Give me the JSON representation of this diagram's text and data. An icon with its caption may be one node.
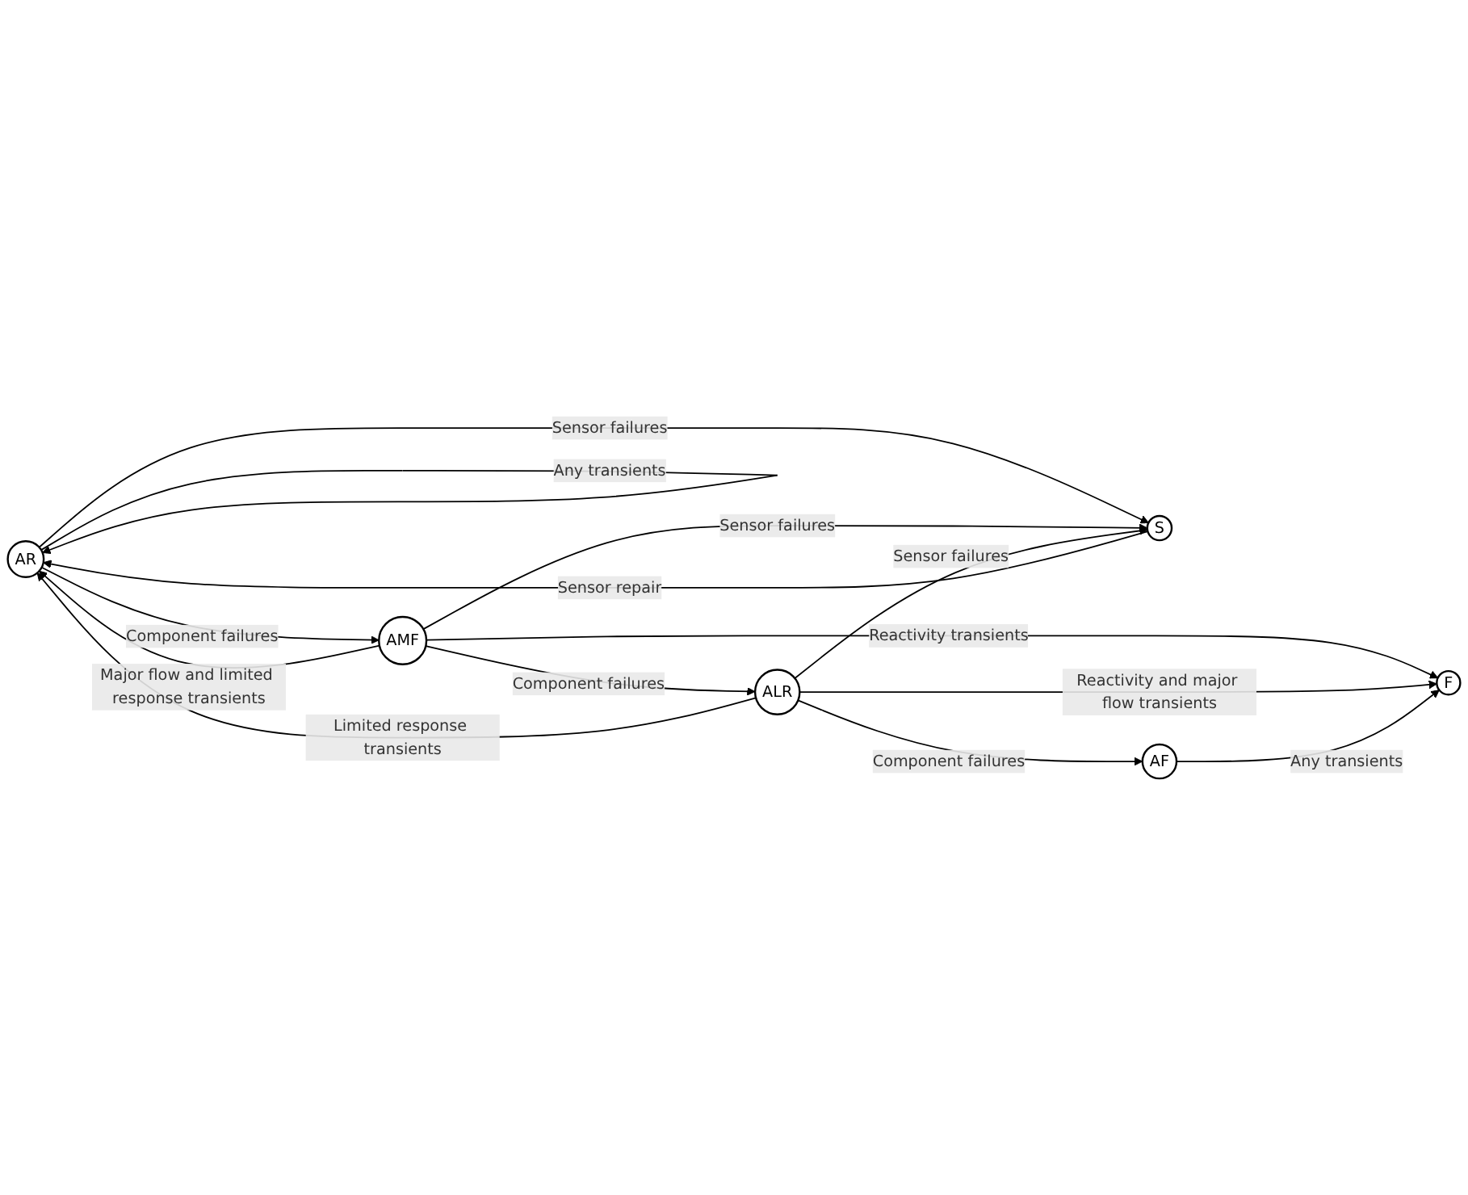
{
  "diagram": {
    "nodes": [
      {
        "text": [
          "AR"
        ]
      },
      {
        "text": [
          "AMF"
        ]
      },
      {
        "text": [
          "ALR"
        ]
      },
      {
        "text": [
          "S"
        ]
      },
      {
        "text": [
          "F"
        ]
      },
      {
        "text": [
          "AF"
        ]
      }
    ],
    "edges": [
      {
        "from": 0,
        "to": 0,
        "arrow": "to",
        "label": "Any transients"
      },
      {
        "from": 2,
        "to": 0,
        "arrow": "to",
        "label": "Limited response transients"
      },
      {
        "from": 1,
        "to": 0,
        "arrow": "to",
        "label": "Major flow and limited response transients"
      },
      {
        "from": 0,
        "to": 1,
        "arrow": "to",
        "label": "Component failures"
      },
      {
        "from": 1,
        "to": 2,
        "arrow": "to",
        "label": "Component failures"
      },
      {
        "from": 0,
        "to": 3,
        "arrow": "to",
        "label": "Sensor failures"
      },
      {
        "from": 3,
        "to": 0,
        "arrow": "to",
        "label": "Sensor repair"
      },
      {
        "from": 1,
        "to": 3,
        "arrow": "to",
        "label": "Sensor failures"
      },
      {
        "from": 1,
        "to": 4,
        "arrow": "to",
        "label": "Reactivity transients"
      },
      {
        "from": 2,
        "to": 4,
        "arrow": "to",
        "label": "Reactivity and major flow transients"
      },
      {
        "from": 2,
        "to": 5,
        "arrow": "to",
        "label": "Component failures"
      },
      {
        "from": 5,
        "to": 4,
        "arrow": "to",
        "label": "Any transients"
      },
      {
        "from": 2,
        "to": 3,
        "arrow": "to",
        "label": "Sensor failures"
      }
    ]
  }
}
